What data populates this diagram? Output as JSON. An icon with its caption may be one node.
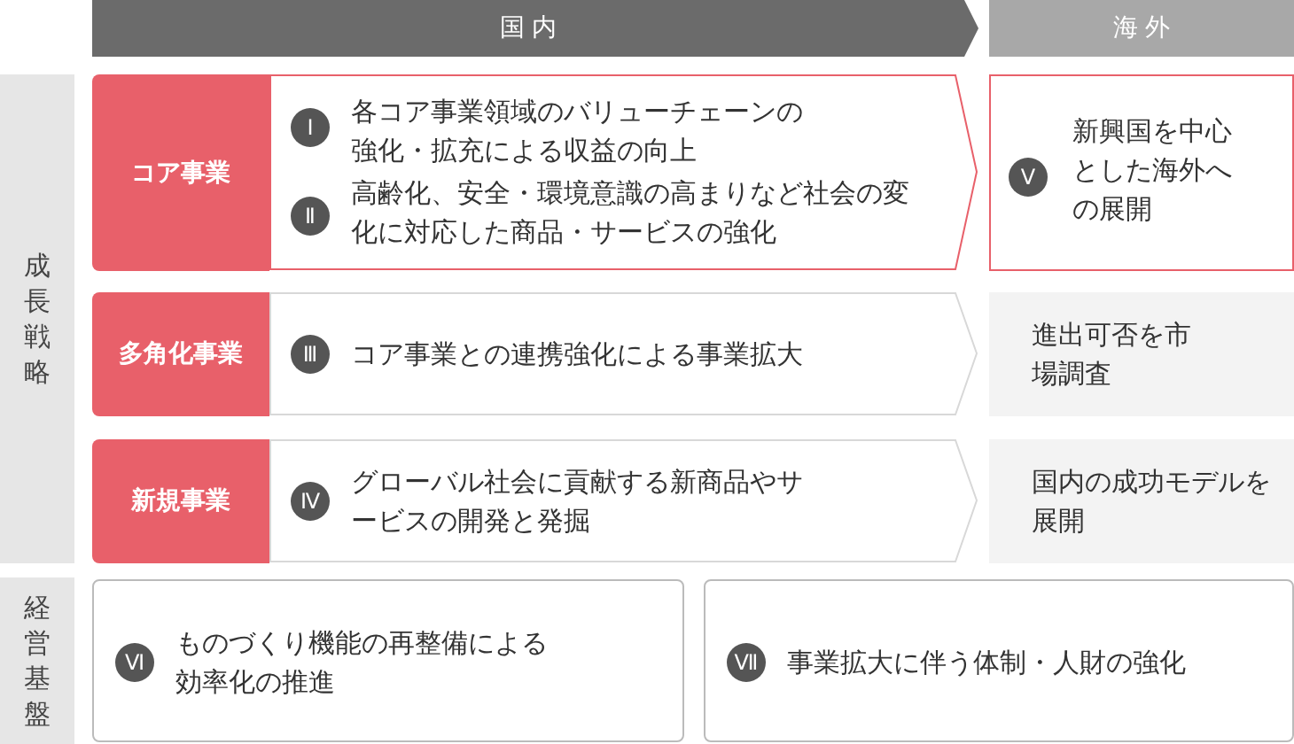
{
  "diagram": {
    "nodes": [
      {
        "text": [
          "国 内"
        ]
      },
      {
        "text": [
          "海 外"
        ]
      },
      {
        "text": [
          "成長戦略"
        ]
      },
      {
        "text": [
          "経営基盤"
        ]
      },
      {
        "text": [
          "コア事業"
        ]
      },
      {
        "text": [
          "各コア事業領域のバリューチェーンの強化・拡充による収益の向上",
          "高齢化、安全・環境意識の高まりなど社会の変化に対応した商品・サービスの強化"
        ]
      },
      {
        "text": [
          "Ⅰ"
        ],
        "in": 5
      },
      {
        "text": [
          "Ⅱ"
        ],
        "in": 5
      },
      {
        "text": [
          "新興国を中心とした海外への展開"
        ]
      },
      {
        "text": [
          "Ⅴ"
        ],
        "in": 8
      },
      {
        "text": [
          "多角化事業"
        ]
      },
      {
        "text": [
          "コア事業との連携強化による事業拡大"
        ]
      },
      {
        "text": [
          "Ⅲ"
        ],
        "in": 11
      },
      {
        "text": [
          "進出可否を市場調査"
        ]
      },
      {
        "text": [
          "新規事業"
        ]
      },
      {
        "text": [
          "グローバル社会に貢献する新商品やサービスの開発と発掘"
        ]
      },
      {
        "text": [
          "Ⅳ"
        ],
        "in": 15
      },
      {
        "text": [
          "国内の成功モデルを展開"
        ]
      },
      {
        "text": [
          "ものづくり機能の再整備による効率化の推進"
        ]
      },
      {
        "text": [
          "Ⅵ"
        ],
        "in": 18
      },
      {
        "text": [
          "事業拡大に伴う体制・人財の強化"
        ]
      },
      {
        "text": [
          "Ⅶ"
        ],
        "in": 20
      }
    ]
  }
}
